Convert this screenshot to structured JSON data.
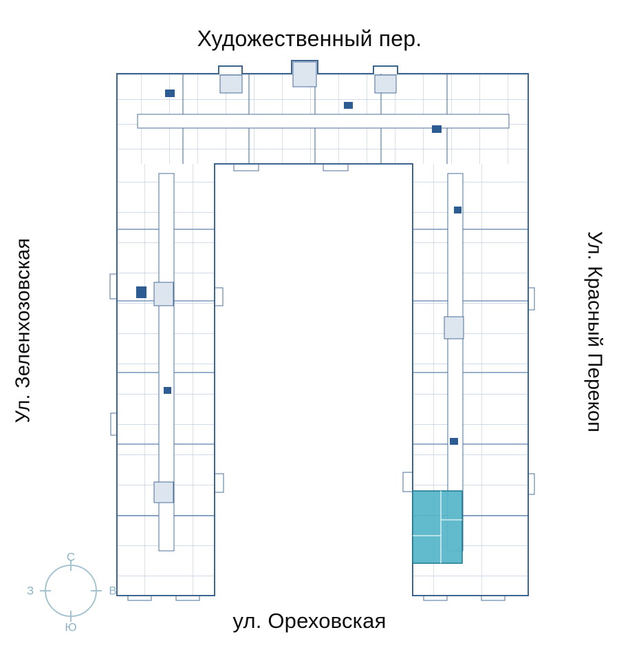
{
  "streets": {
    "top": "Художественный пер.",
    "left": "Ул. Зеленхозовская",
    "right": "Ул. Красный Перекоп",
    "bottom": "ул. Ореховская"
  },
  "compass": {
    "north": "С",
    "east": "В",
    "south": "Ю",
    "west": "З"
  },
  "colors": {
    "wall": "#3c6591",
    "partition": "#a3b9d2",
    "corridor_outline": "#4a6f99",
    "shaft": "#2d5c92",
    "highlight": "#55b5c8",
    "highlight_border": "#1f7d93",
    "compass": "#a6c4d0",
    "label_text": "#0d0d0d"
  }
}
